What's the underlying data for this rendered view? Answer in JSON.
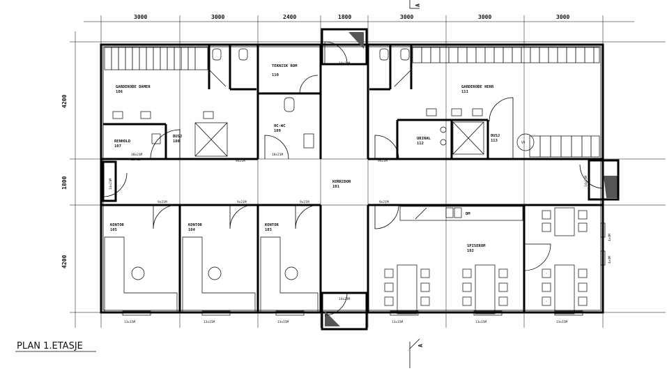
{
  "dimensions": {
    "top": [
      "3000",
      "3000",
      "2400",
      "1800",
      "3000",
      "3000",
      "3000"
    ],
    "left": [
      "4200",
      "1800",
      "4200"
    ]
  },
  "rooms": {
    "garderobe_damer": {
      "name": "GARDEROBE DAMER",
      "number": "106"
    },
    "teknisk_rom": {
      "name": "TEKNISK\nROM",
      "number": "110"
    },
    "garderobe_herr": {
      "name": "GARDEROBE HERR",
      "number": "111"
    },
    "renhold": {
      "name": "RENHOLD",
      "number": "107"
    },
    "dusj_108": {
      "name": "DUSJ",
      "number": "108"
    },
    "hc_wc": {
      "name": "HC-WC",
      "number": "109"
    },
    "urinal": {
      "name": "URINAL",
      "number": "112"
    },
    "dusj_113": {
      "name": "DUSJ",
      "number": "113"
    },
    "korridor": {
      "name": "KORRIDOR",
      "number": "101"
    },
    "kontor_105": {
      "name": "KONTOR",
      "number": "105"
    },
    "kontor_104": {
      "name": "KONTOR",
      "number": "104"
    },
    "kontor_103": {
      "name": "KONTOR",
      "number": "103"
    },
    "spiserom": {
      "name": "SPISEROM",
      "number": "102"
    }
  },
  "door_labels": {
    "top_entry": "14x21M",
    "bottom_entry": "14x21M",
    "renhold_door": "10x21M",
    "renhold_class": "EI-15",
    "dusj_door": "9x21M",
    "hcwc_door": "10x21M",
    "herr_door": "9x21M",
    "left_exit": "14x21M",
    "right_exit": "14x21M",
    "kontor105_door": "9x21M",
    "kontor104_door": "9x21M",
    "kontor103_door": "9x21M",
    "spiserom_door": "9x21M",
    "right_window_a": "4x4M",
    "right_window_b": "4x4M"
  },
  "window_labels": [
    "13x15M",
    "13x15M",
    "13x15M",
    "13x15M",
    "13x15M",
    "13x15M"
  ],
  "fixtures": {
    "dm": "DM",
    "vv": "VV"
  },
  "section_marker": "A",
  "plan_title": "PLAN 1.ETASJE"
}
